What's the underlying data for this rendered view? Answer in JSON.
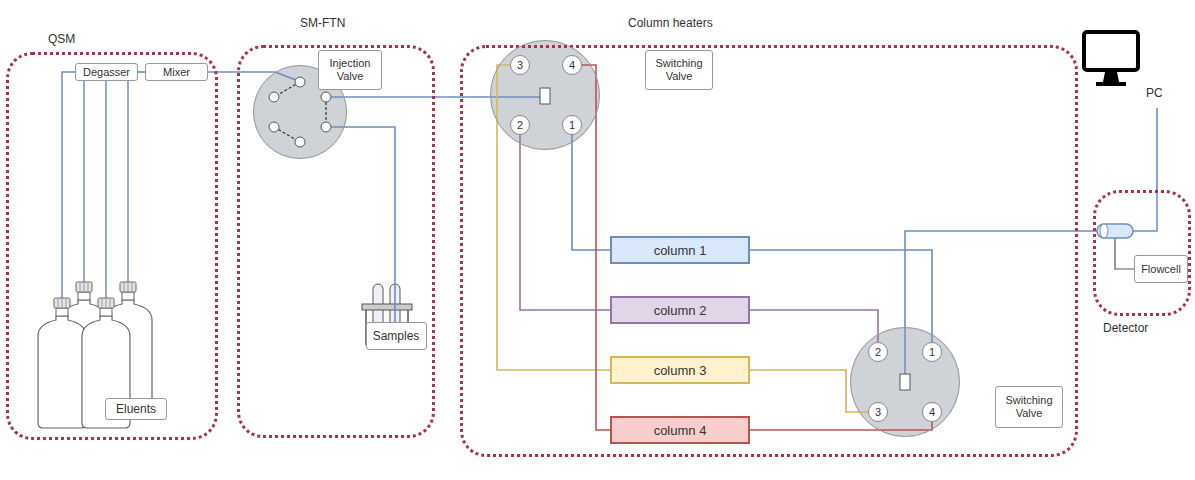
{
  "diagram": {
    "nodes": [
      {
        "text": [
          "QSM"
        ]
      },
      {
        "text": [
          "Degasser"
        ],
        "in": 0
      },
      {
        "text": [
          "Mixer"
        ],
        "in": 0
      },
      {
        "text": [
          "Eluents"
        ],
        "in": 0
      },
      {
        "text": [
          "SM-FTN"
        ]
      },
      {
        "text": [
          "Injection Valve"
        ],
        "in": 4
      },
      {
        "text": [
          "Samples"
        ],
        "in": 4
      },
      {
        "text": [
          "Column heaters"
        ]
      },
      {
        "text": [
          "Switching Valve"
        ],
        "in": 7
      },
      {
        "text": [
          "3"
        ],
        "in": 8
      },
      {
        "text": [
          "4"
        ],
        "in": 8
      },
      {
        "text": [
          "2"
        ],
        "in": 8
      },
      {
        "text": [
          "1"
        ],
        "in": 8
      },
      {
        "text": [
          "column 1"
        ],
        "in": 7
      },
      {
        "text": [
          "column 2"
        ],
        "in": 7
      },
      {
        "text": [
          "column 3"
        ],
        "in": 7
      },
      {
        "text": [
          "column 4"
        ],
        "in": 7
      },
      {
        "text": [
          "Switching Valve"
        ],
        "in": 7
      },
      {
        "text": [
          "2"
        ],
        "in": 17
      },
      {
        "text": [
          "1"
        ],
        "in": 17
      },
      {
        "text": [
          "3"
        ],
        "in": 17
      },
      {
        "text": [
          "4"
        ],
        "in": 17
      },
      {
        "text": [
          "PC"
        ]
      },
      {
        "text": [
          "Detector"
        ]
      },
      {
        "text": [
          "Flowcell"
        ],
        "in": 23
      }
    ],
    "edges": [
      {
        "from": 1,
        "to": 2,
        "arrow": "none"
      },
      {
        "from": 2,
        "to": 5,
        "arrow": "none"
      },
      {
        "from": 5,
        "to": 6,
        "arrow": "none"
      },
      {
        "from": 5,
        "to": 8,
        "arrow": "none"
      },
      {
        "from": 12,
        "to": 13,
        "arrow": "none"
      },
      {
        "from": 11,
        "to": 14,
        "arrow": "none"
      },
      {
        "from": 9,
        "to": 15,
        "arrow": "none"
      },
      {
        "from": 10,
        "to": 16,
        "arrow": "none"
      },
      {
        "from": 13,
        "to": 19,
        "arrow": "none"
      },
      {
        "from": 14,
        "to": 18,
        "arrow": "none"
      },
      {
        "from": 15,
        "to": 20,
        "arrow": "none"
      },
      {
        "from": 16,
        "to": 21,
        "arrow": "none"
      },
      {
        "from": 17,
        "to": 23,
        "arrow": "none"
      },
      {
        "from": 22,
        "to": 23,
        "arrow": "none"
      }
    ]
  }
}
